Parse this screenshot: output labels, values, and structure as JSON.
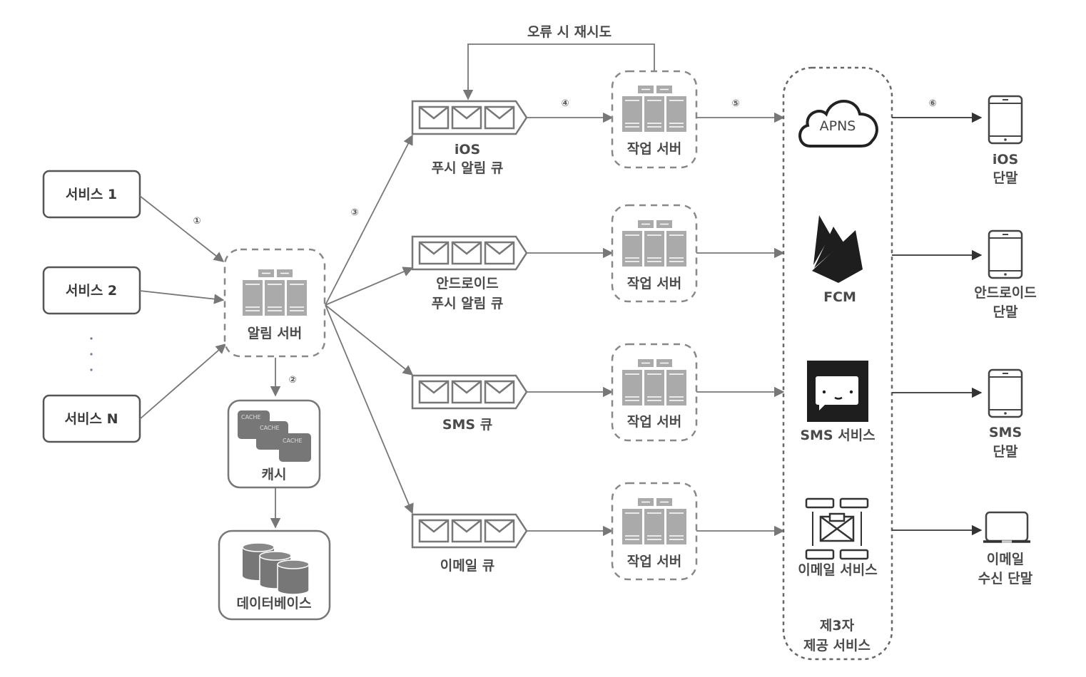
{
  "title": "알림 시스템 아키텍처",
  "services": [
    {
      "label": "서비스 1"
    },
    {
      "label": "서비스 2"
    },
    {
      "label": "서비스 N"
    }
  ],
  "ellipsis": "⋮",
  "notification_server": {
    "label": "알림 서버",
    "icon": "server-rack-icon"
  },
  "cache": {
    "label": "캐시",
    "chip_text": "CACHE",
    "icon": "cache-icon"
  },
  "database": {
    "label": "데이터베이스",
    "icon": "database-icon"
  },
  "retry_label": "오류 시 재시도",
  "steps": [
    "①",
    "②",
    "③",
    "④",
    "⑤",
    "⑥"
  ],
  "queues": [
    {
      "line1": "iOS",
      "line2": "푸시 알림 큐"
    },
    {
      "line1": "안드로이드",
      "line2": "푸시 알림 큐"
    },
    {
      "line1": "SMS 큐",
      "line2": ""
    },
    {
      "line1": "이메일 큐",
      "line2": ""
    }
  ],
  "workers": [
    {
      "label": "작업 서버"
    },
    {
      "label": "작업 서버"
    },
    {
      "label": "작업 서버"
    },
    {
      "label": "작업 서버"
    }
  ],
  "third_party": {
    "group_line1": "제3자",
    "group_line2": "제공 서비스",
    "providers": [
      {
        "label": "APNS",
        "icon": "cloud-icon"
      },
      {
        "label": "FCM",
        "icon": "firebase-icon"
      },
      {
        "label": "SMS 서비스",
        "icon": "chat-bubble-icon"
      },
      {
        "label": "이메일 서비스",
        "icon": "email-service-icon"
      }
    ]
  },
  "devices": [
    {
      "line1": "iOS",
      "line2": "단말",
      "icon": "phone-icon"
    },
    {
      "line1": "안드로이드",
      "line2": "단말",
      "icon": "phone-icon"
    },
    {
      "line1": "SMS",
      "line2": "단말",
      "icon": "phone-icon"
    },
    {
      "line1": "이메일",
      "line2": "수신 단말",
      "icon": "laptop-icon"
    }
  ]
}
